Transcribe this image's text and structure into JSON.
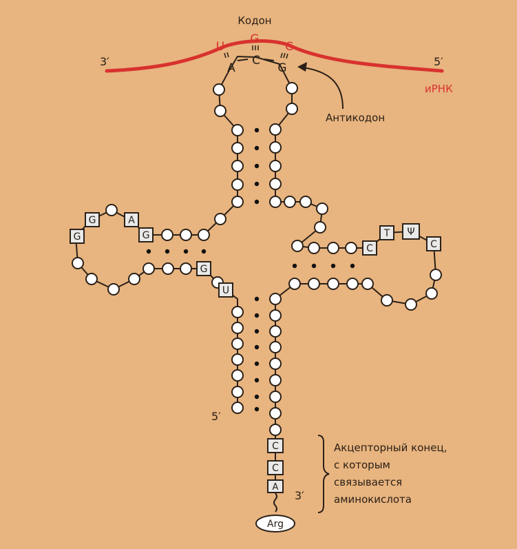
{
  "labels": {
    "codon_title": "Кодон",
    "anticodon": "Антикодон",
    "mrna": "иРНК",
    "mrna_3": "3′",
    "mrna_5": "5′",
    "strand_5": "5′",
    "strand_3": "3′",
    "acceptor_line1": "Акцепторный конец,",
    "acceptor_line2": "с которым",
    "acceptor_line3": "связывается",
    "acceptor_line4": "аминокислота",
    "amino_acid": "Arg"
  },
  "codon": [
    "U",
    "G",
    "C"
  ],
  "anticodon_bases": [
    "A",
    "C",
    "G"
  ],
  "bases": {
    "d_g1": "G",
    "d_g2": "G",
    "d_a": "A",
    "d_g3": "G",
    "d_g4": "G",
    "anti_u": "U",
    "t_c1": "C",
    "t_t": "T",
    "t_psi": "Ψ",
    "t_c2": "C",
    "acc_c1": "C",
    "acc_c2": "C",
    "acc_a": "A"
  },
  "colors": {
    "background": "#e8b47f",
    "mrna": "#d8322e",
    "nucleotide_fill": "#ffffff",
    "outline": "#2a2018",
    "base_box_fill": "#e9e9e9"
  }
}
